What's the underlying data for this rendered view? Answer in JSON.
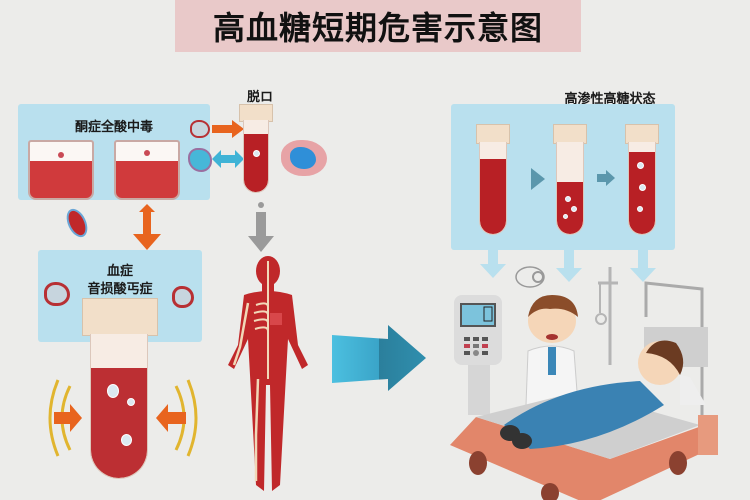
{
  "title": "高血糖短期危害示意图",
  "colors": {
    "background": "#ececea",
    "title_bg": "#e9c9c9",
    "panel_bg": "#b9e0ee",
    "blood_red": "#b82025",
    "orange_arrow": "#e8641e",
    "blue_arrow": "#3fb3d6",
    "teal_arrow": "#2f8fae",
    "gray_arrow": "#9a9a9a"
  },
  "left_top_panel": {
    "label": "酮症全酸中毒"
  },
  "center_top": {
    "label": "脱ロ"
  },
  "left_bottom_panel": {
    "label_line1": "血症",
    "label_line2": "音损酸丐症"
  },
  "right_panel": {
    "label": "高渗性高糖状态"
  },
  "icons": {
    "arrow_down_left": "orange-down-arrow",
    "arrow_right_1": "orange-right-arrow",
    "arrow_right_2": "blue-right-arrow",
    "arrow_body": "gray-down-arrow",
    "big_arrow": "teal-right-arrow",
    "compression_arrows": "orange-inward-arrows"
  }
}
